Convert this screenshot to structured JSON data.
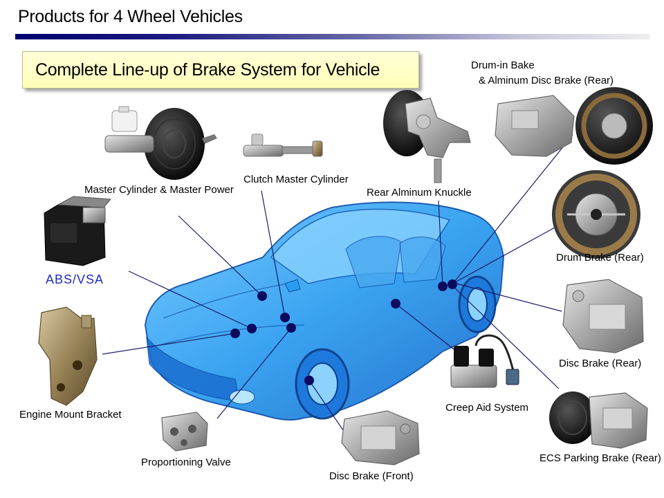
{
  "header": {
    "title": "Products for 4 Wheel Vehicles"
  },
  "subtitle": "Complete Line-up of Brake System  for Vehicle",
  "labels": {
    "master_cylinder": "Master Cylinder & Master Power",
    "clutch_master": "Clutch Master Cylinder",
    "rear_knuckle": "Rear Alminum Knuckle",
    "drum_in_line1": "Drum-in Bake",
    "drum_in_line2": "& Alminum Disc Brake (Rear)",
    "abs_vsa": "ABS/VSA",
    "drum_brake_rear": "Drum Brake (Rear)",
    "disc_brake_rear": "Disc Brake (Rear)",
    "engine_mount": "Engine Mount Bracket",
    "creep_aid": "Creep Aid System",
    "proportioning": "Proportioning Valve",
    "disc_brake_front": "Disc Brake (Front)",
    "ecs_parking": "ECS Parking Brake (Rear)"
  },
  "colors": {
    "car_body": "#2a9cf0",
    "car_dark": "#0d4fa8",
    "marker": "#0a0a5e",
    "leader": "#1a1a6a",
    "abs_label": "#1c2cc0",
    "subtitle_bg": "#ffffc0"
  }
}
